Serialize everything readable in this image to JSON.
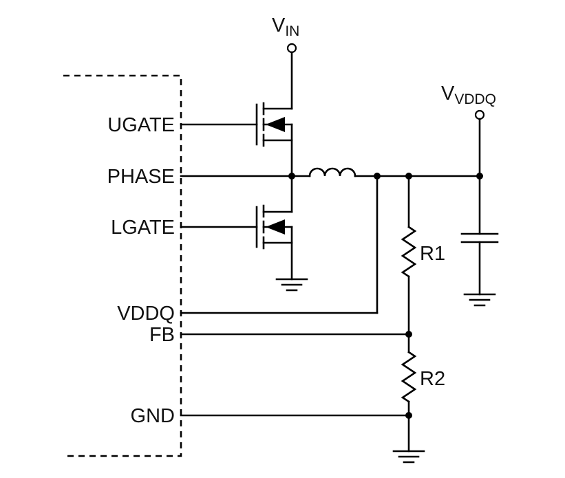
{
  "supplies": {
    "vin": {
      "main": "V",
      "sub": "IN"
    },
    "vvddq": {
      "main": "V",
      "sub": "VDDQ"
    }
  },
  "pins": {
    "ugate": "UGATE",
    "phase": "PHASE",
    "lgate": "LGATE",
    "vddq": "VDDQ",
    "fb": "FB",
    "gnd": "GND"
  },
  "components": {
    "r1": "R1",
    "r2": "R2"
  }
}
